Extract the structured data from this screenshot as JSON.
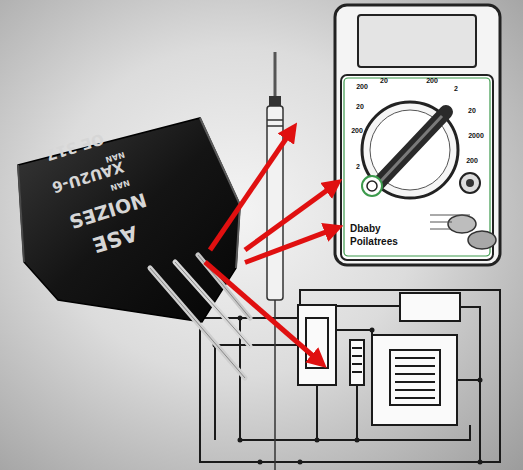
{
  "diagram": {
    "nodes": [
      {
        "text": [
          "OE 317",
          "NAN",
          "XAU2U-6",
          "NAN",
          "NOIZES",
          "ASE"
        ]
      },
      {
        "text": [
          "Dbaby Poilatrees"
        ]
      }
    ],
    "edges": [
      {
        "from": 0,
        "to": 1,
        "arrow": "to"
      },
      {
        "from": 0,
        "to": 1,
        "arrow": "to"
      }
    ],
    "labels": [
      "200",
      "20",
      "200",
      "2",
      "20",
      "2000",
      "200",
      "20",
      "200",
      "2"
    ]
  }
}
